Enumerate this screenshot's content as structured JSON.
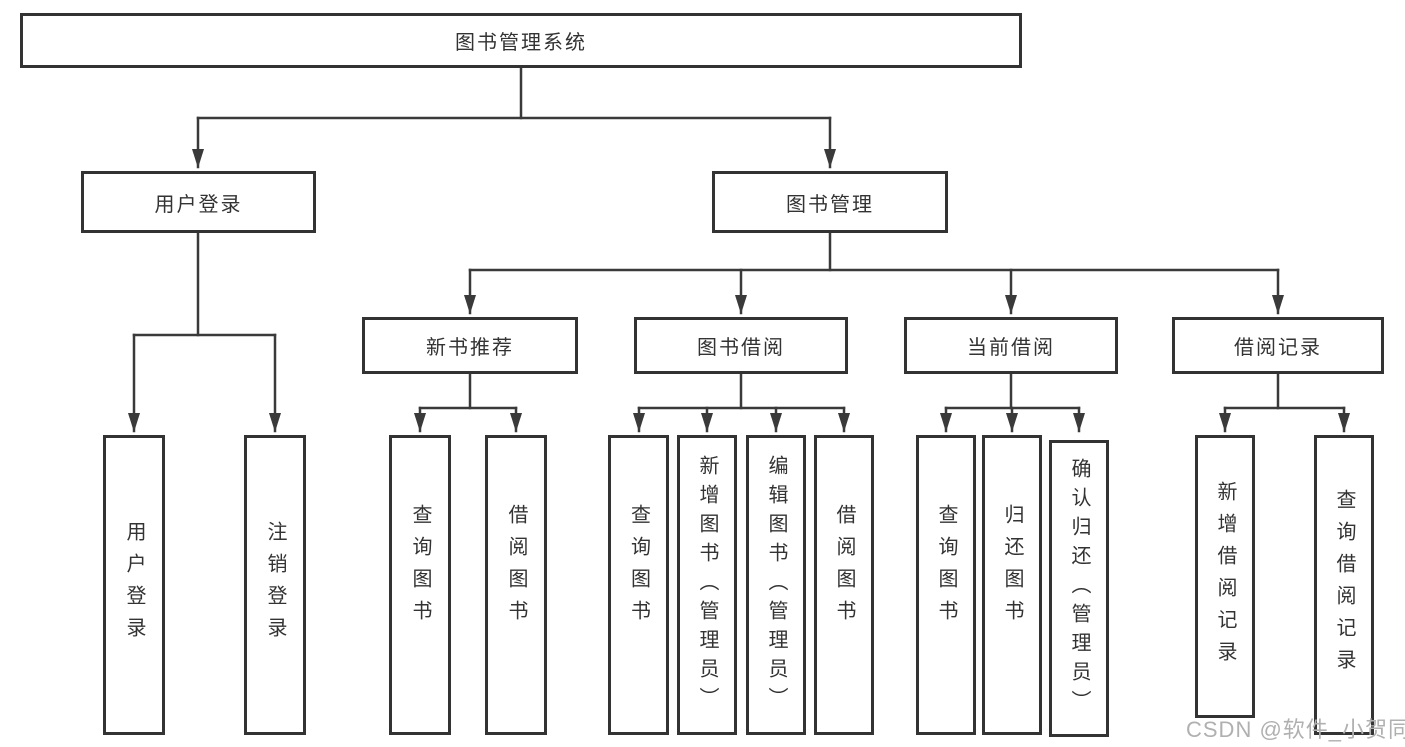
{
  "tree": {
    "root": "图书管理系统",
    "children": [
      {
        "label": "用户登录",
        "children": [
          "用户登录",
          "注销登录"
        ]
      },
      {
        "label": "图书管理",
        "children": [
          {
            "label": "新书推荐",
            "children": [
              "查询图书",
              "借阅图书"
            ]
          },
          {
            "label": "图书借阅",
            "children": [
              "查询图书",
              "新增图书（管理员）",
              "编辑图书（管理员）",
              "借阅图书"
            ]
          },
          {
            "label": "当前借阅",
            "children": [
              "查询图书",
              "归还图书",
              "确认归还（管理员）"
            ]
          },
          {
            "label": "借阅记录",
            "children": [
              "新增借阅记录",
              "查询借阅记录"
            ]
          }
        ]
      }
    ]
  },
  "watermark": {
    "text": "CSDN @软件_小贺同学"
  },
  "colors": {
    "background": "#ffffff",
    "box_border": "#333333",
    "connector_line": "#3a3a3a",
    "text": "#333333",
    "watermark_text": "#b0b0b0"
  }
}
